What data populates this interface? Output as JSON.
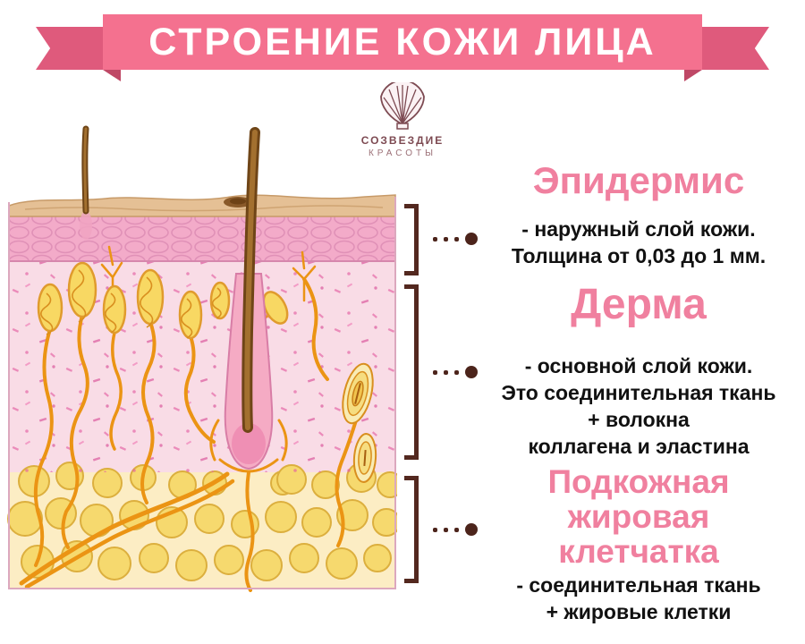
{
  "banner": {
    "title": "СТРОЕНИЕ КОЖИ ЛИЦА"
  },
  "logo": {
    "icon": "scallop-shell-icon",
    "name_line1": "СОЗВЕЗДИЕ",
    "name_line2": "КРАСОТЫ"
  },
  "sections": [
    {
      "heading": "Эпидермис",
      "description": "- наружный слой кожи.\nТолщина от 0,03 до 1 мм."
    },
    {
      "heading": "Дерма",
      "description": "- основной слой кожи.\nЭто соединительная ткань\n+ волокна\nколлагена и эластина"
    },
    {
      "heading": "Подкожная\nжировая\nклетчатка",
      "description": "- соединительная ткань\n+ жировые клетки"
    }
  ],
  "colors": {
    "ribbon": "#f4718f",
    "ribbon_dark": "#df5a7c",
    "heading_pink": "#f0809f",
    "marker_brown": "#4c241b",
    "text": "#111111"
  }
}
